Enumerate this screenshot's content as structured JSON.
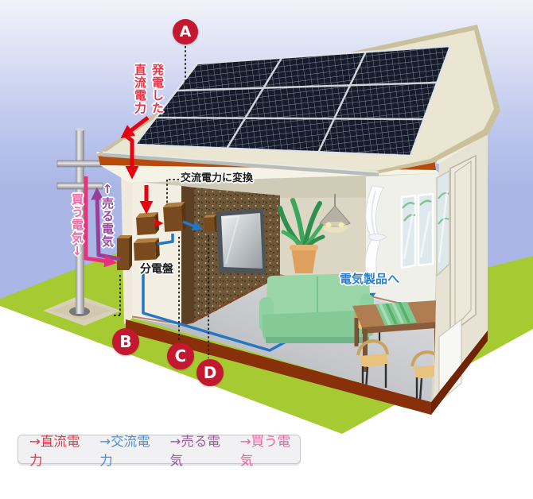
{
  "callouts": {
    "a": "A",
    "b": "B",
    "c": "C",
    "d": "D"
  },
  "labels": {
    "dc_generated": {
      "line1": "発電した",
      "line2": "直流電力"
    },
    "ac_convert": "交流電力に変換",
    "distribution_board": "分電盤",
    "sell_electricity": "↑売る電気",
    "buy_electricity": "買う電気↓",
    "to_appliances": "電気製品へ"
  },
  "legend": {
    "items": [
      {
        "label": "→直流電力",
        "style": "color:#e8384b"
      },
      {
        "label": "→交流電力",
        "style": "color:#4a90d8"
      },
      {
        "label": "→売る電気",
        "style": "color:#a156a4"
      },
      {
        "label": "→買う電気",
        "style": "color:#f45f9f"
      }
    ]
  },
  "colors": {
    "dc_flow": "#e60012",
    "ac_flow": "#2477c5",
    "sell_flow": "#993f98",
    "buy_flow": "#e8327f",
    "callout_bg": "#c3182f",
    "lawn": "#a6cb32",
    "sky": "#aab6e6",
    "roof": "#ebe6d2",
    "solar_panel": "#161b2a",
    "foundation": "#873009"
  }
}
